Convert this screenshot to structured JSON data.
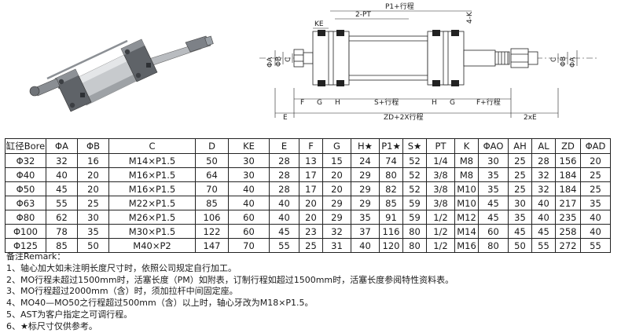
{
  "drawing": {
    "dims": {
      "ke": "KE",
      "pt2": "2-PT",
      "p1": "P1+行程",
      "k4": "4-K",
      "phi_a": "ΦA",
      "phi_b": "ΦB",
      "c_left": "C",
      "c_right": "C",
      "phi_b_right": "ΦB",
      "phi_a_right": "ΦA",
      "e": "E",
      "f": "F",
      "g": "G",
      "h": "H",
      "s": "S+行程",
      "h2": "H",
      "g2": "G",
      "f2": "F+行程",
      "zd": "ZD+2X行程",
      "xe2": "2xE"
    }
  },
  "table": {
    "headers": [
      "缸径Bore",
      "ΦA",
      "ΦB",
      "C",
      "D",
      "KE",
      "E",
      "F",
      "G",
      "H★",
      "P1★",
      "S★",
      "PT",
      "K",
      "ΦAO",
      "AH",
      "AL",
      "ZD",
      "ΦAD"
    ],
    "rows": [
      [
        "Φ32",
        "32",
        "16",
        "M14×P1.5",
        "50",
        "30",
        "28",
        "13",
        "15",
        "24",
        "74",
        "52",
        "1/4",
        "M8",
        "30",
        "25",
        "28",
        "156",
        "20"
      ],
      [
        "Φ40",
        "40",
        "20",
        "M16×P1.5",
        "64",
        "30",
        "28",
        "17",
        "20",
        "29",
        "80",
        "52",
        "3/8",
        "M8",
        "35",
        "25",
        "32",
        "184",
        "25"
      ],
      [
        "Φ50",
        "45",
        "20",
        "M16×P1.5",
        "70",
        "40",
        "28",
        "17",
        "20",
        "29",
        "82",
        "52",
        "3/8",
        "M10",
        "35",
        "25",
        "32",
        "184",
        "25"
      ],
      [
        "Φ63",
        "55",
        "25",
        "M22×P1.5",
        "85",
        "40",
        "40",
        "20",
        "29",
        "29",
        "85",
        "59",
        "3/8",
        "M10",
        "45",
        "30",
        "40",
        "217",
        "35"
      ],
      [
        "Φ80",
        "62",
        "30",
        "M26×P1.5",
        "106",
        "60",
        "40",
        "20",
        "29",
        "35",
        "91",
        "59",
        "1/2",
        "M12",
        "45",
        "35",
        "40",
        "235",
        "40"
      ],
      [
        "Φ100",
        "78",
        "35",
        "M30×P1.5",
        "122",
        "60",
        "45",
        "23",
        "32",
        "37",
        "116",
        "80",
        "1/2",
        "M14",
        "60",
        "45",
        "45",
        "258",
        "40"
      ],
      [
        "Φ125",
        "85",
        "50",
        "M40×P2",
        "147",
        "70",
        "55",
        "25",
        "31",
        "40",
        "120",
        "80",
        "1/2",
        "M16",
        "80",
        "50",
        "55",
        "272",
        "55"
      ]
    ]
  },
  "notes": {
    "title": "备注Remark：",
    "items": [
      "1、轴心加大如未注明长度尺寸时，依照公司规定自行加工。",
      "2、MO行程未超过1500mm时，活塞长度（PM）如附表，订制行程如超过1500mm时，活塞长度参阅特性资料表。",
      "3、MO行程超过2000mm（含）时，须加拉杆中间固定座。",
      "4、MO40—MO50之行程超过500mm（含）以上时，轴心牙改为M18×P1.5。",
      "5、AST为客户指定之可调行程。",
      "6、★标尺寸仅供参考。"
    ]
  }
}
